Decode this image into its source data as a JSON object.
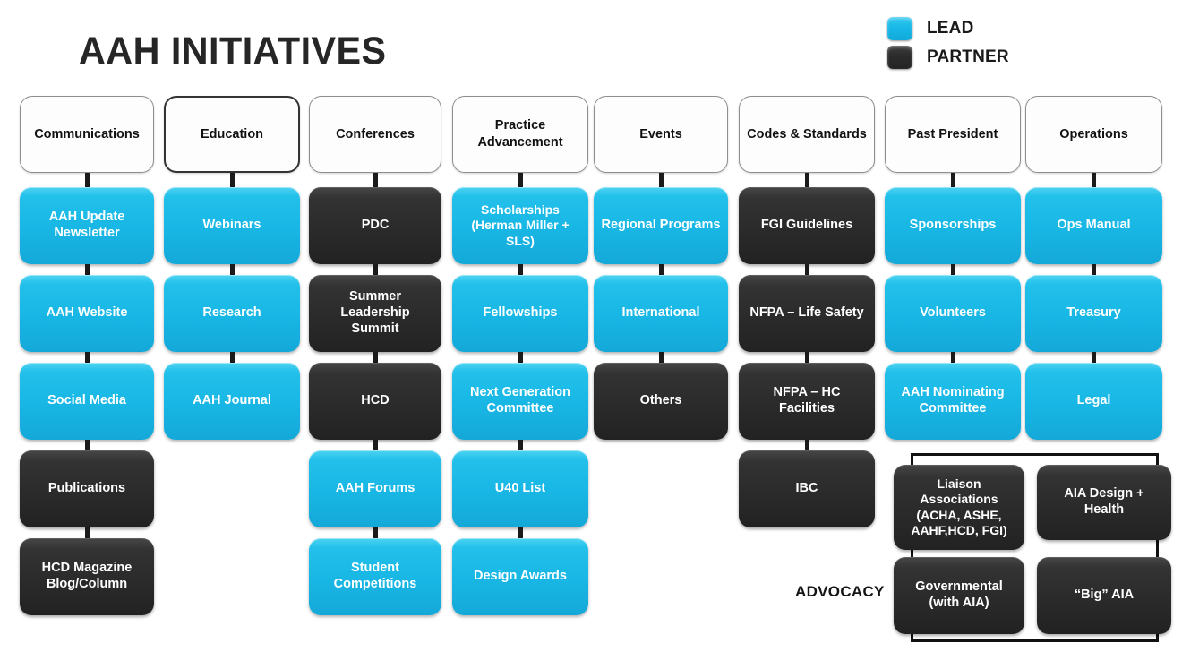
{
  "page": {
    "title": "AAH INITIATIVES",
    "background": "#FFFFFF"
  },
  "legend": {
    "items": [
      {
        "label": "LEAD",
        "swatch": "lead-swatch",
        "color": "#1CB9E8"
      },
      {
        "label": "PARTNER",
        "swatch": "partner-swatch",
        "color": "#2B2B2B"
      }
    ]
  },
  "colors": {
    "lead": "#1CB9E8",
    "partner": "#2B2B2B",
    "connector": "#1B1B1B",
    "header_border": "#8E8E8E",
    "text_dark": "#111111",
    "text_light": "#FFFFFF"
  },
  "advocacy": {
    "label": "ADVOCACY",
    "boxes": [
      {
        "label": "Liaison Associations (ACHA, ASHE, AAHF,HCD, FGI)",
        "type": "partner"
      },
      {
        "label": "AIA Design + Health",
        "type": "partner"
      },
      {
        "label": "Governmental (with AIA)",
        "type": "partner"
      },
      {
        "label": "“Big” AIA",
        "type": "partner"
      }
    ]
  },
  "columns": [
    {
      "header": "Communications",
      "items": [
        {
          "label": "AAH Update Newsletter",
          "type": "lead"
        },
        {
          "label": "AAH Website",
          "type": "lead"
        },
        {
          "label": "Social Media",
          "type": "lead"
        },
        {
          "label": "Publications",
          "type": "partner"
        },
        {
          "label": "HCD Magazine Blog/Column",
          "type": "partner"
        }
      ]
    },
    {
      "header": "Education",
      "items": [
        {
          "label": "Webinars",
          "type": "lead"
        },
        {
          "label": "Research",
          "type": "lead"
        },
        {
          "label": "AAH Journal",
          "type": "lead"
        }
      ]
    },
    {
      "header": "Conferences",
      "items": [
        {
          "label": "PDC",
          "type": "partner"
        },
        {
          "label": "Summer Leadership Summit",
          "type": "partner"
        },
        {
          "label": "HCD",
          "type": "partner"
        },
        {
          "label": "AAH Forums",
          "type": "lead"
        },
        {
          "label": "Student Competitions",
          "type": "lead"
        }
      ]
    },
    {
      "header": "Practice Advancement",
      "items": [
        {
          "label": "Scholarships (Herman Miller + SLS)",
          "type": "lead"
        },
        {
          "label": "Fellowships",
          "type": "lead"
        },
        {
          "label": "Next Generation Committee",
          "type": "lead"
        },
        {
          "label": "U40 List",
          "type": "lead"
        },
        {
          "label": "Design Awards",
          "type": "lead"
        }
      ]
    },
    {
      "header": "Events",
      "items": [
        {
          "label": "Regional Programs",
          "type": "lead"
        },
        {
          "label": "International",
          "type": "lead"
        },
        {
          "label": "Others",
          "type": "partner"
        }
      ]
    },
    {
      "header": "Codes & Standards",
      "items": [
        {
          "label": "FGI Guidelines",
          "type": "partner"
        },
        {
          "label": "NFPA – Life Safety",
          "type": "partner"
        },
        {
          "label": "NFPA – HC Facilities",
          "type": "partner"
        },
        {
          "label": "IBC",
          "type": "partner"
        }
      ]
    },
    {
      "header": "Past President",
      "items": [
        {
          "label": "Sponsorships",
          "type": "lead"
        },
        {
          "label": "Volunteers",
          "type": "lead"
        },
        {
          "label": "AAH Nominating Committee",
          "type": "lead"
        }
      ]
    },
    {
      "header": "Operations",
      "items": [
        {
          "label": "Ops Manual",
          "type": "lead"
        },
        {
          "label": "Treasury",
          "type": "lead"
        },
        {
          "label": "Legal",
          "type": "lead"
        }
      ]
    }
  ]
}
